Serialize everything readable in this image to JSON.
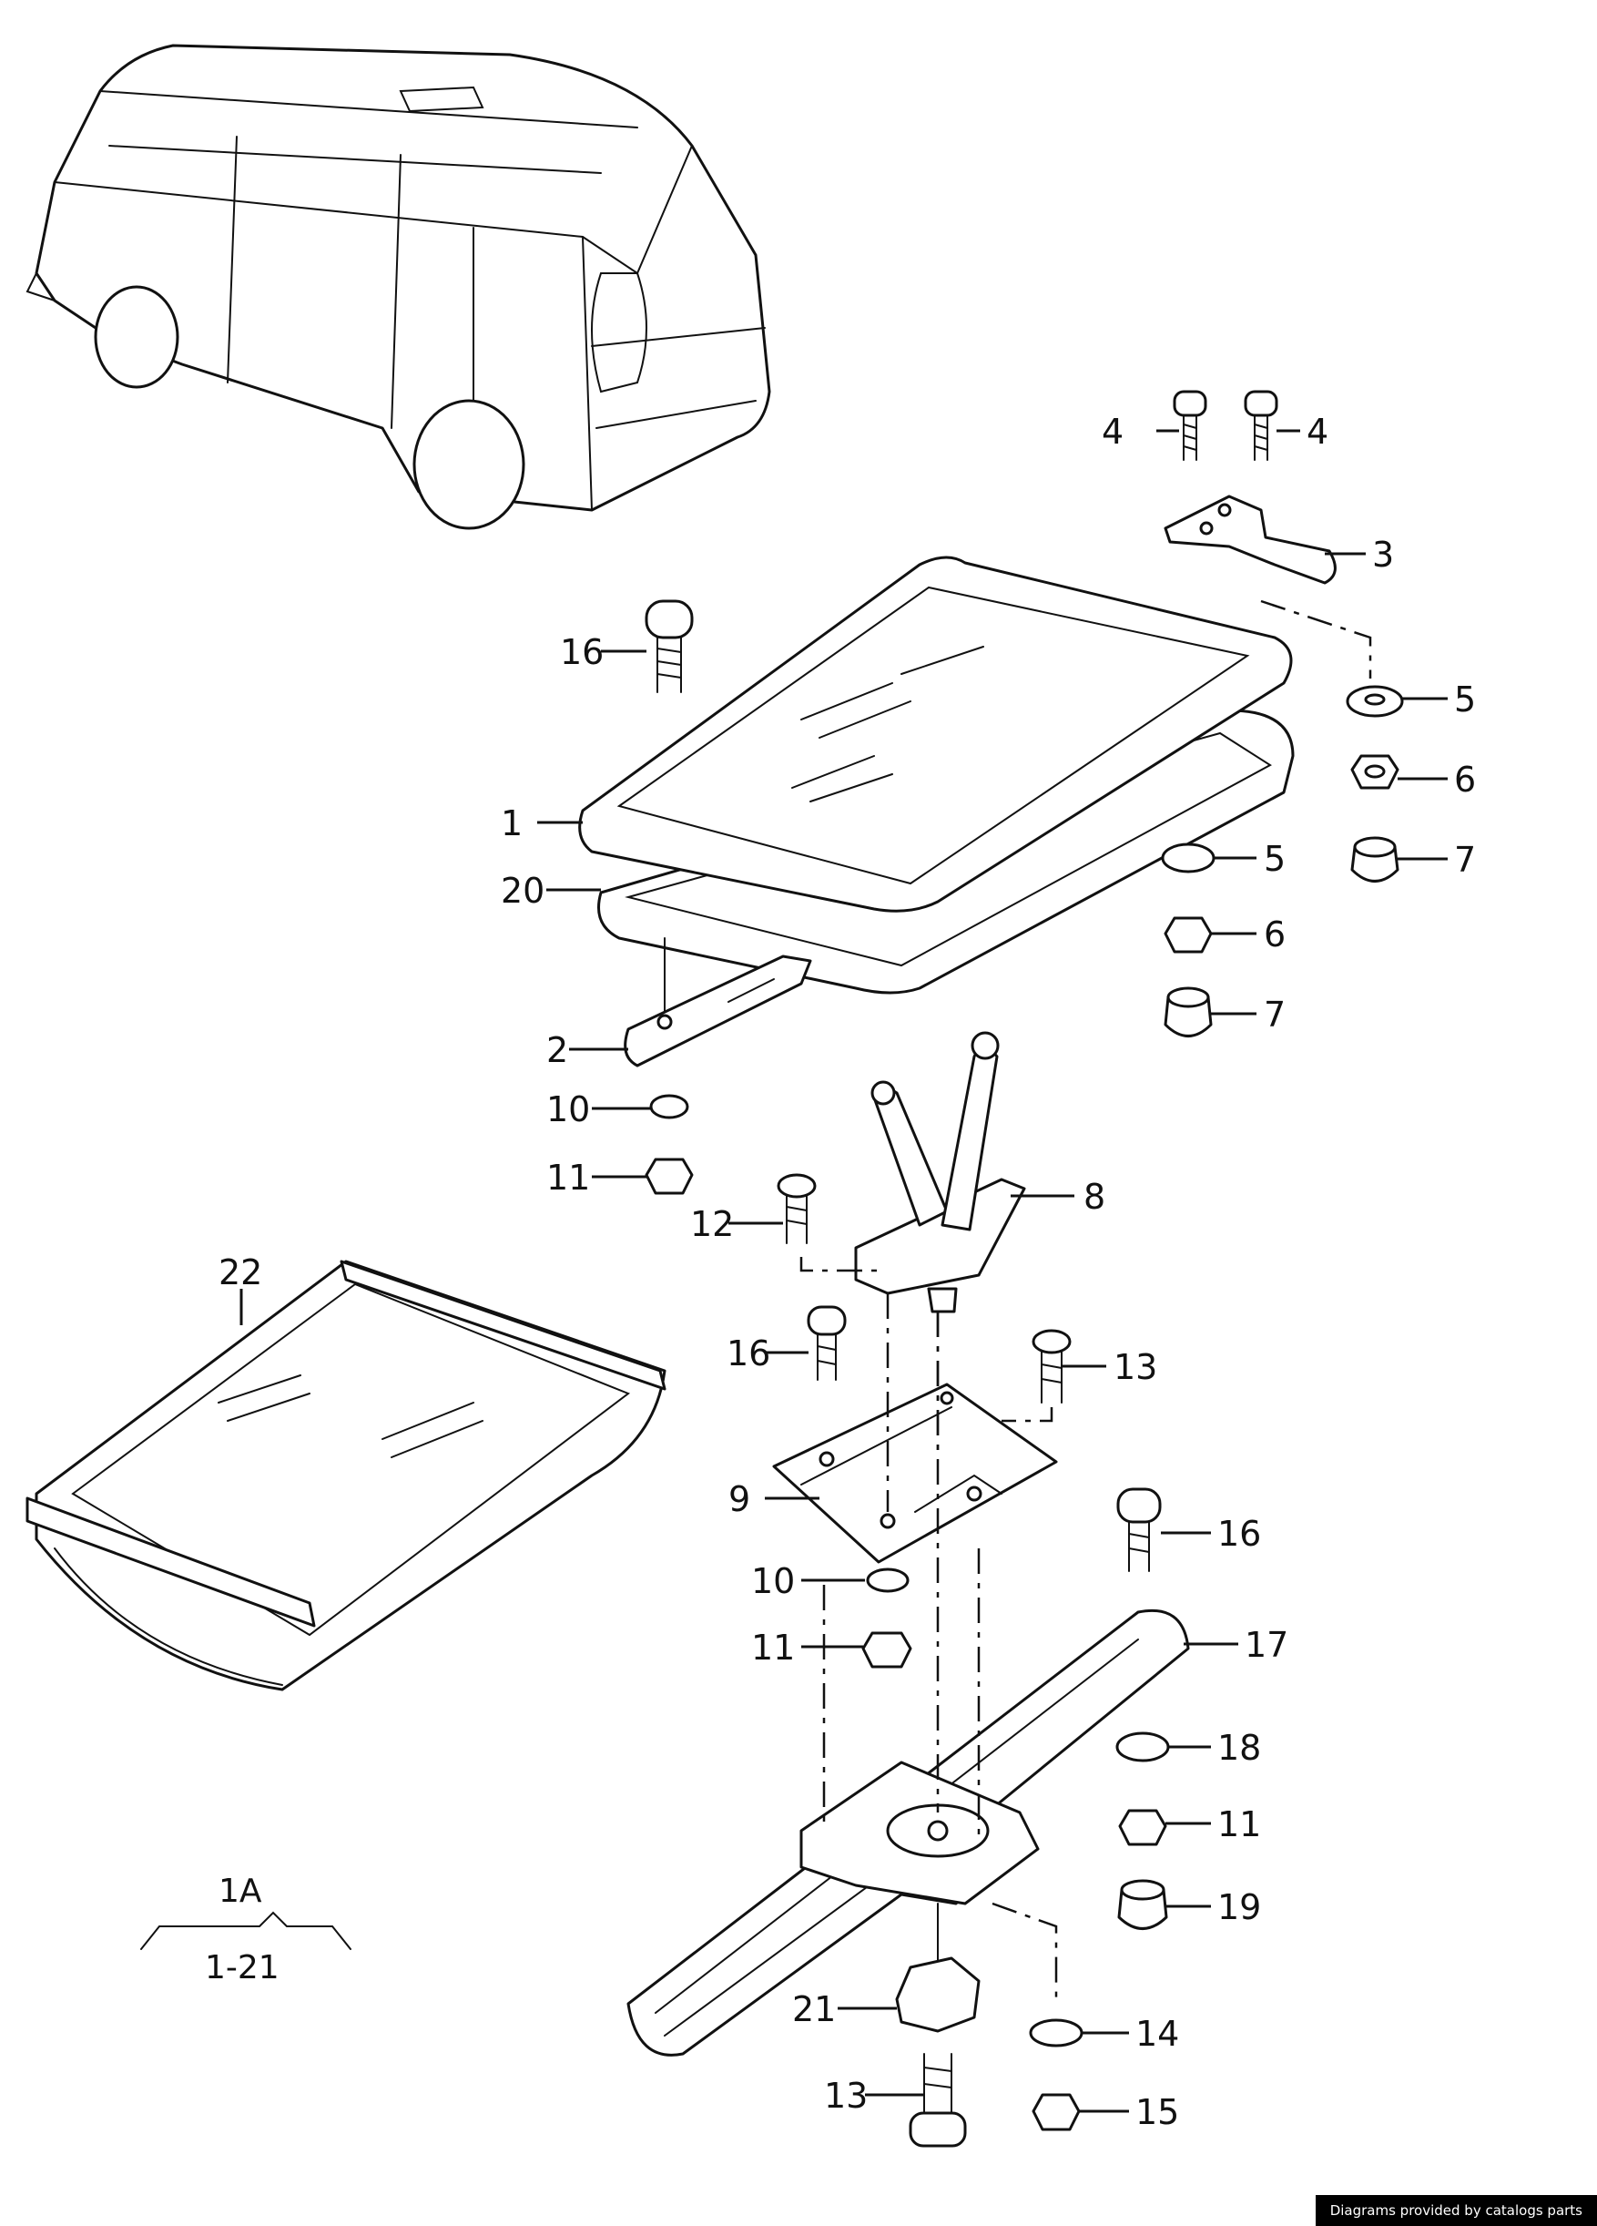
{
  "credit": "Diagrams provided by catalogs parts",
  "reference": {
    "top": "1A",
    "bottom": "1-21"
  },
  "callouts": {
    "c1": "1",
    "c2": "2",
    "c3": "3",
    "c4a": "4",
    "c4b": "4",
    "c5a": "5",
    "c5b": "5",
    "c6a": "6",
    "c6b": "6",
    "c7a": "7",
    "c7b": "7",
    "c8": "8",
    "c9": "9",
    "c10a": "10",
    "c10b": "10",
    "c11a": "11",
    "c11b": "11",
    "c11c": "11",
    "c12": "12",
    "c13a": "13",
    "c13b": "13",
    "c14": "14",
    "c15": "15",
    "c16a": "16",
    "c16b": "16",
    "c16c": "16",
    "c17": "17",
    "c18": "18",
    "c19": "19",
    "c20": "20",
    "c21": "21",
    "c22": "22"
  }
}
